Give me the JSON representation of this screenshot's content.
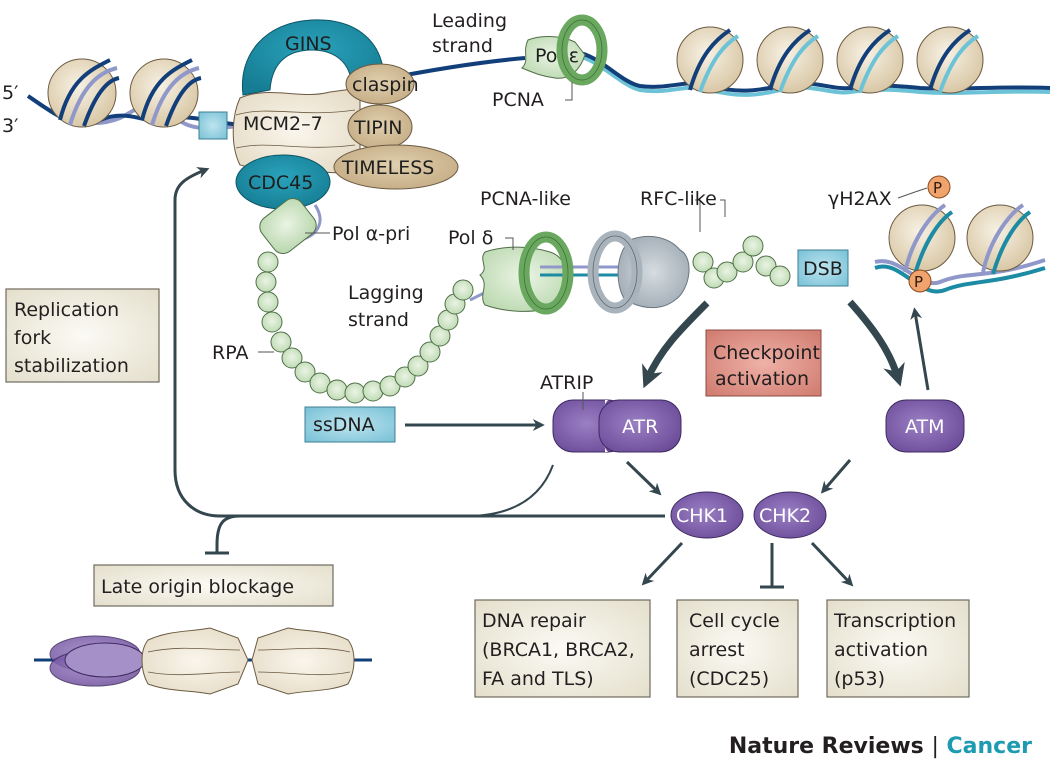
{
  "figure": {
    "title": "DNA replication stress checkpoint pathway (ATR/ATM–CHK1/CHK2)",
    "colors": {
      "dna_dark": "#123f7a",
      "dna_light": "#8f98c9",
      "dna_cyan": "#6cc3d8",
      "gins_cdc45": "#1c8ba3",
      "mcm_beige": "#eae1cf",
      "accessory_tan": "#c9b28d",
      "polymerase_green": "#cfe3c6",
      "pcna_green": "#6aa860",
      "pcna_like_grey": "#a9b3bb",
      "kinase_purple": "#7a5aa6",
      "box_beige": "#e9e5d5",
      "checkpoint_red": "#d9847a",
      "label_blue": "#8ccbdf",
      "phospho_orange": "#f0a36c",
      "arrow": "#34474f"
    }
  },
  "dna_ends": {
    "five_prime": "5′",
    "three_prime": "3′"
  },
  "replisome": {
    "gins": "GINS",
    "mcm": "MCM2–7",
    "claspin": "claspin",
    "tipin": "TIPIN",
    "timeless": "TIMELESS",
    "cdc45": "CDC45",
    "pol_alpha": "Pol α-pri",
    "leading_strand": [
      "Leading",
      "strand"
    ],
    "pol_epsilon": "Pol ε",
    "pcna": "PCNA"
  },
  "lagging": {
    "lagging_strand": [
      "Lagging",
      "strand"
    ],
    "rpa": "RPA",
    "ssdna": "ssDNA",
    "pol_delta": "Pol δ",
    "pcna_like": "PCNA-like",
    "rfc_like": "RFC-like"
  },
  "dsb": {
    "dsb": "DSB",
    "gamma_h2ax": "γH2AX",
    "phospho": "P"
  },
  "checkpoint": {
    "activation": [
      "Checkpoint",
      "activation"
    ],
    "atrip": "ATRIP",
    "atr": "ATR",
    "atm": "ATM",
    "chk1": "CHK1",
    "chk2": "CHK2"
  },
  "outcomes": {
    "fork_stabilization": [
      "Replication",
      "fork",
      "stabilization"
    ],
    "late_origin": "Late origin blockage",
    "dna_repair": [
      "DNA repair",
      "(BRCA1, BRCA2,",
      "FA and TLS)"
    ],
    "cell_cycle": [
      "Cell cycle",
      "arrest",
      "(CDC25)"
    ],
    "transcription": [
      "Transcription",
      "activation",
      "(p53)"
    ]
  },
  "credit": {
    "journal": "Nature Reviews",
    "separator": "|",
    "subject": "Cancer"
  }
}
